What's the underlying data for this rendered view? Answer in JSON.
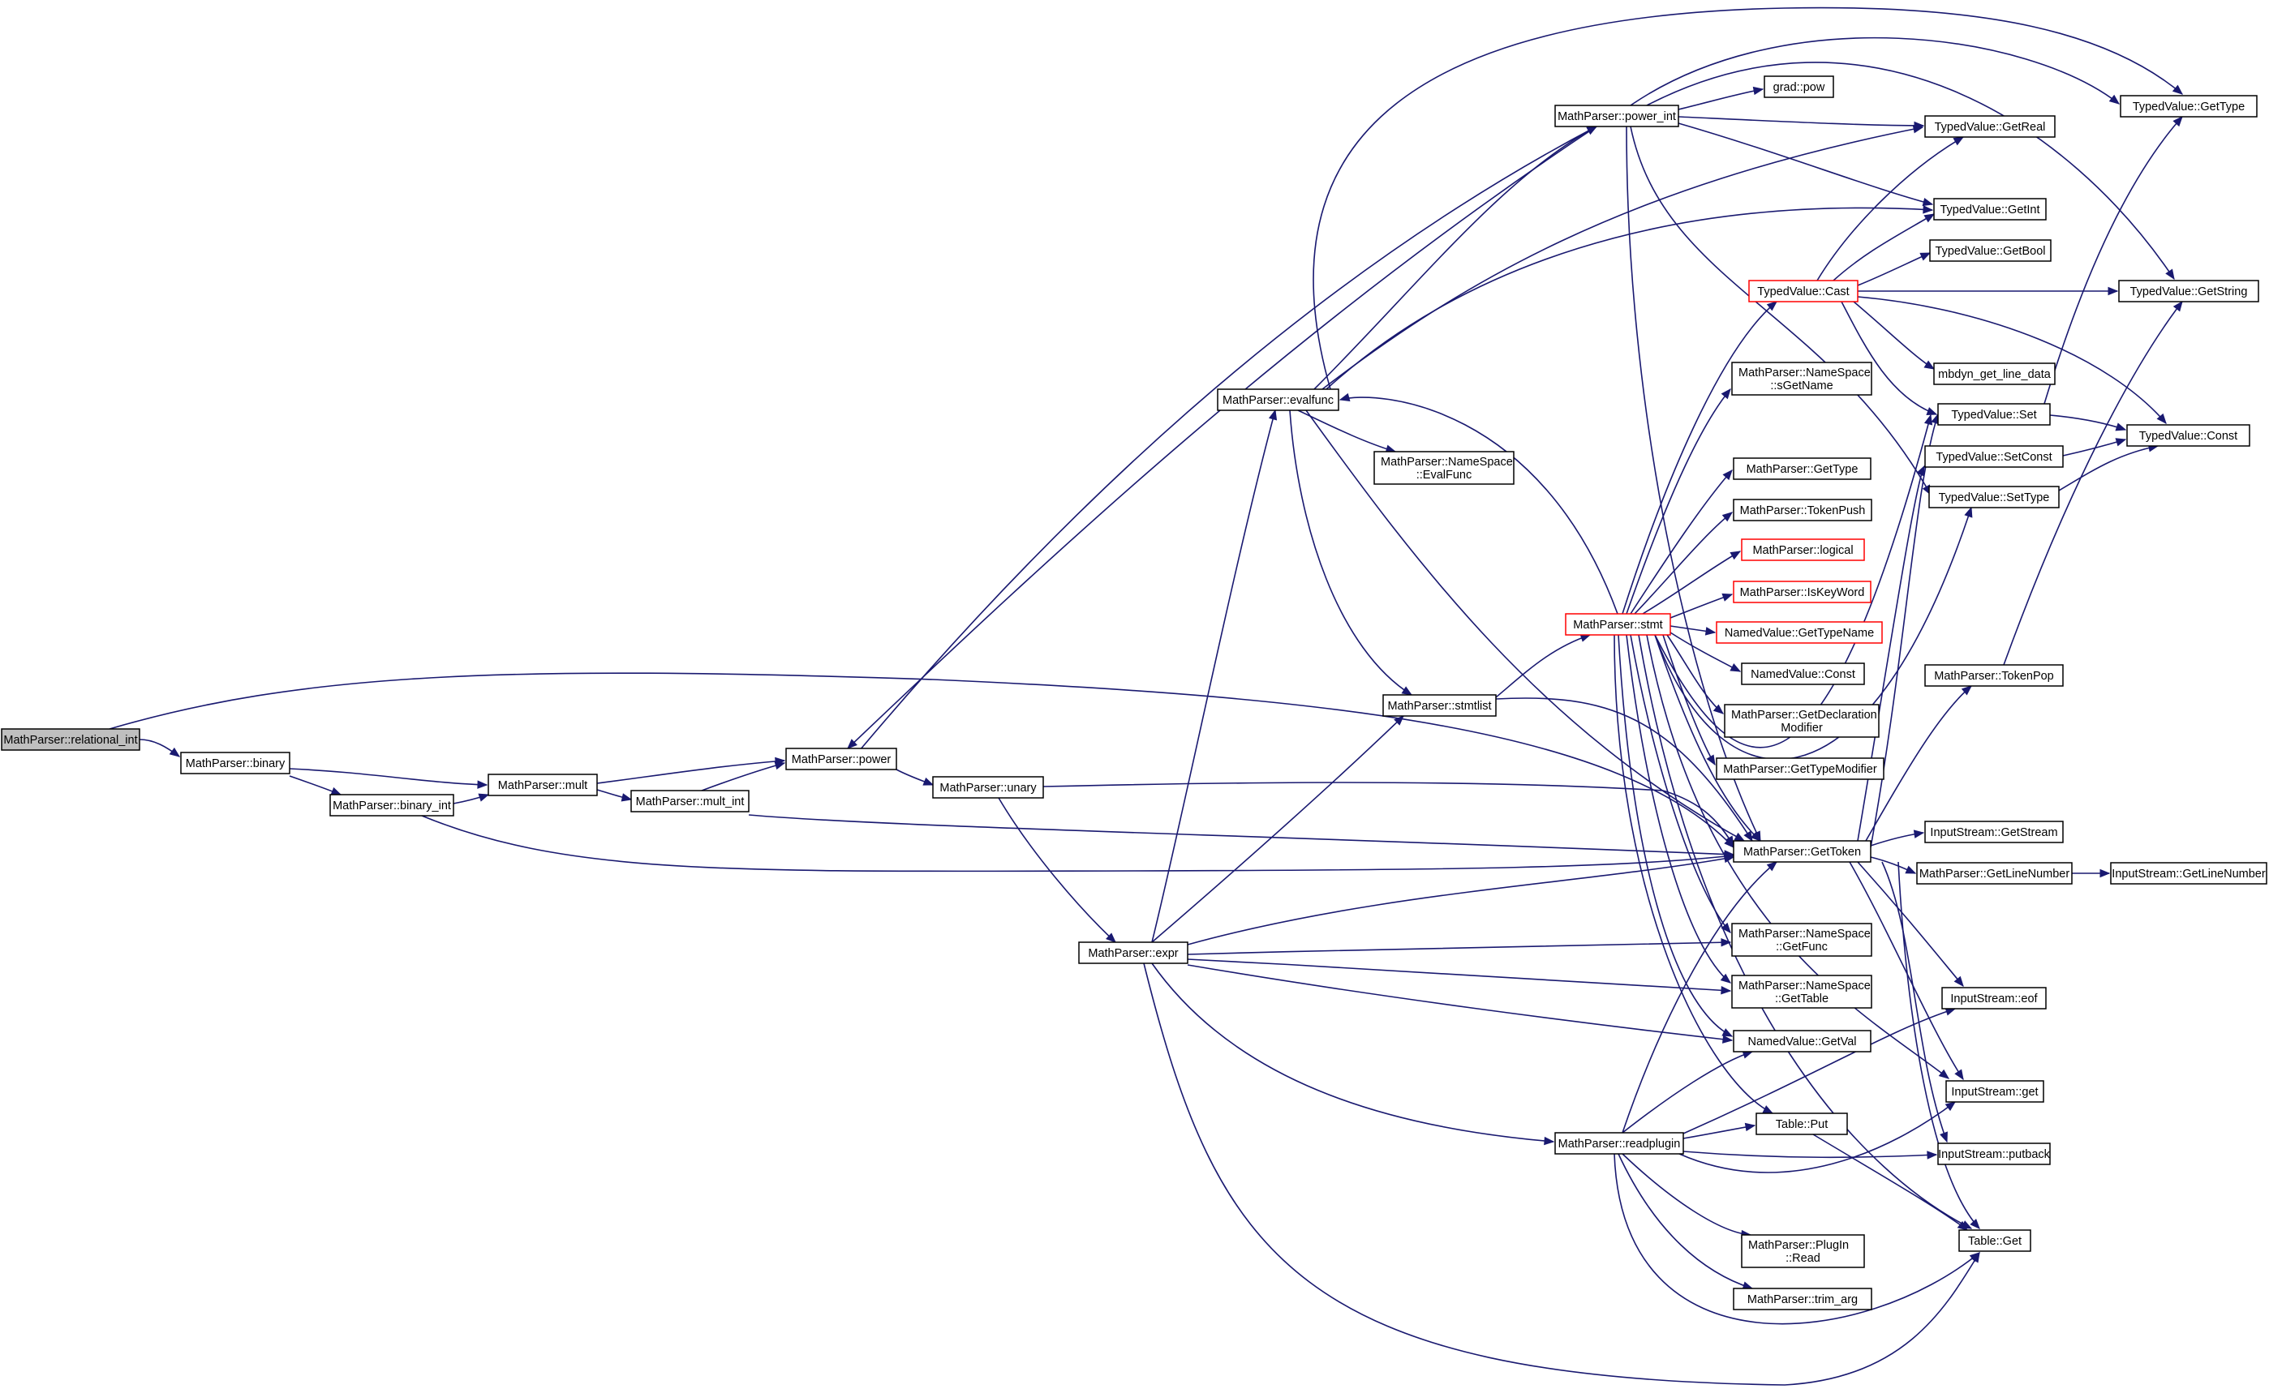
{
  "graph": {
    "colors": {
      "edge": "#191970",
      "node_border": "#000000",
      "node_fill": "#ffffff",
      "root_fill": "#bfbfbf",
      "incomplete_border": "#ff0000"
    },
    "nodes": [
      {
        "id": "relational_int",
        "lines": [
          "MathParser::relational_int"
        ],
        "root": true
      },
      {
        "id": "binary",
        "lines": [
          "MathParser::binary"
        ]
      },
      {
        "id": "binary_int",
        "lines": [
          "MathParser::binary_int"
        ]
      },
      {
        "id": "mult",
        "lines": [
          "MathParser::mult"
        ]
      },
      {
        "id": "mult_int",
        "lines": [
          "MathParser::mult_int"
        ]
      },
      {
        "id": "power",
        "lines": [
          "MathParser::power"
        ]
      },
      {
        "id": "unary",
        "lines": [
          "MathParser::unary"
        ]
      },
      {
        "id": "expr",
        "lines": [
          "MathParser::expr"
        ]
      },
      {
        "id": "evalfunc",
        "lines": [
          "MathParser::evalfunc"
        ]
      },
      {
        "id": "stmtlist",
        "lines": [
          "MathParser::stmtlist"
        ]
      },
      {
        "id": "ns_evalfunc",
        "lines": [
          "MathParser::NameSpace",
          "::EvalFunc"
        ]
      },
      {
        "id": "power_int",
        "lines": [
          "MathParser::power_int"
        ]
      },
      {
        "id": "grad_pow",
        "lines": [
          "grad::pow"
        ]
      },
      {
        "id": "stmt",
        "lines": [
          "MathParser::stmt"
        ],
        "red": true
      },
      {
        "id": "readplugin",
        "lines": [
          "MathParser::readplugin"
        ]
      },
      {
        "id": "tv_cast",
        "lines": [
          "TypedValue::Cast"
        ],
        "red": true
      },
      {
        "id": "ns_sgetname",
        "lines": [
          "MathParser::NameSpace",
          "::sGetName"
        ]
      },
      {
        "id": "mp_gettype",
        "lines": [
          "MathParser::GetType"
        ]
      },
      {
        "id": "tokenpush",
        "lines": [
          "MathParser::TokenPush"
        ]
      },
      {
        "id": "logical",
        "lines": [
          "MathParser::logical"
        ],
        "red": true
      },
      {
        "id": "iskeyword",
        "lines": [
          "MathParser::IsKeyWord"
        ],
        "red": true
      },
      {
        "id": "nv_gettypename",
        "lines": [
          "NamedValue::GetTypeName"
        ],
        "red": true
      },
      {
        "id": "nv_const",
        "lines": [
          "NamedValue::Const"
        ]
      },
      {
        "id": "getdeclmod",
        "lines": [
          "MathParser::GetDeclaration",
          "Modifier"
        ]
      },
      {
        "id": "gettypemod",
        "lines": [
          "MathParser::GetTypeModifier"
        ]
      },
      {
        "id": "gettoken",
        "lines": [
          "MathParser::GetToken"
        ]
      },
      {
        "id": "ns_getfunc",
        "lines": [
          "MathParser::NameSpace",
          "::GetFunc"
        ]
      },
      {
        "id": "ns_gettable",
        "lines": [
          "MathParser::NameSpace",
          "::GetTable"
        ]
      },
      {
        "id": "nv_getval",
        "lines": [
          "NamedValue::GetVal"
        ]
      },
      {
        "id": "table_put",
        "lines": [
          "Table::Put"
        ]
      },
      {
        "id": "plugin_read",
        "lines": [
          "MathParser::PlugIn",
          "::Read"
        ]
      },
      {
        "id": "trim_arg",
        "lines": [
          "MathParser::trim_arg"
        ]
      },
      {
        "id": "tv_getreal",
        "lines": [
          "TypedValue::GetReal"
        ]
      },
      {
        "id": "tv_getint",
        "lines": [
          "TypedValue::GetInt"
        ]
      },
      {
        "id": "tv_getbool",
        "lines": [
          "TypedValue::GetBool"
        ]
      },
      {
        "id": "mbdyn_line",
        "lines": [
          "mbdyn_get_line_data"
        ]
      },
      {
        "id": "tv_set",
        "lines": [
          "TypedValue::Set"
        ]
      },
      {
        "id": "tv_setconst",
        "lines": [
          "TypedValue::SetConst"
        ]
      },
      {
        "id": "tv_settype",
        "lines": [
          "TypedValue::SetType"
        ]
      },
      {
        "id": "tokenpop",
        "lines": [
          "MathParser::TokenPop"
        ]
      },
      {
        "id": "is_getstream",
        "lines": [
          "InputStream::GetStream"
        ]
      },
      {
        "id": "getlinenumber",
        "lines": [
          "MathParser::GetLineNumber"
        ]
      },
      {
        "id": "is_eof",
        "lines": [
          "InputStream::eof"
        ]
      },
      {
        "id": "is_get",
        "lines": [
          "InputStream::get"
        ]
      },
      {
        "id": "is_putback",
        "lines": [
          "InputStream::putback"
        ]
      },
      {
        "id": "table_get",
        "lines": [
          "Table::Get"
        ]
      },
      {
        "id": "tv_gettype",
        "lines": [
          "TypedValue::GetType"
        ]
      },
      {
        "id": "tv_getstring",
        "lines": [
          "TypedValue::GetString"
        ]
      },
      {
        "id": "tv_const",
        "lines": [
          "TypedValue::Const"
        ]
      },
      {
        "id": "is_getlinenumber",
        "lines": [
          "InputStream::GetLineNumber"
        ]
      }
    ]
  }
}
